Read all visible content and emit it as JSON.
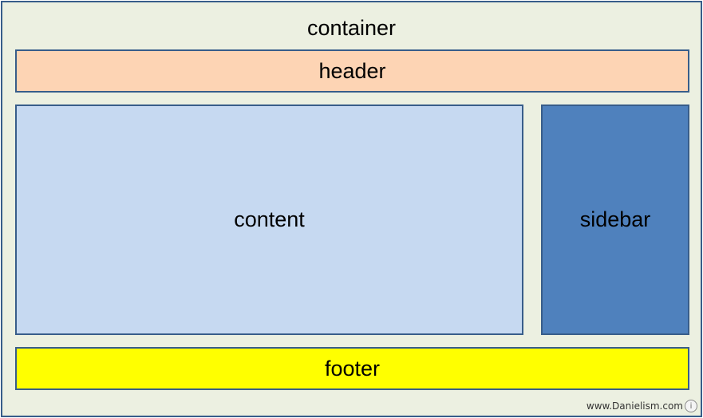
{
  "container": {
    "label": "container"
  },
  "header": {
    "label": "header"
  },
  "content": {
    "label": "content"
  },
  "sidebar": {
    "label": "sidebar"
  },
  "footer": {
    "label": "footer"
  },
  "watermark": {
    "text": "www.Danielism.com"
  },
  "colors": {
    "container_bg": "#ecf0e1",
    "header_bg": "#fdd4b4",
    "content_bg": "#c6d9f1",
    "sidebar_bg": "#4f81bd",
    "footer_bg": "#ffff00",
    "border": "#385d8a"
  }
}
